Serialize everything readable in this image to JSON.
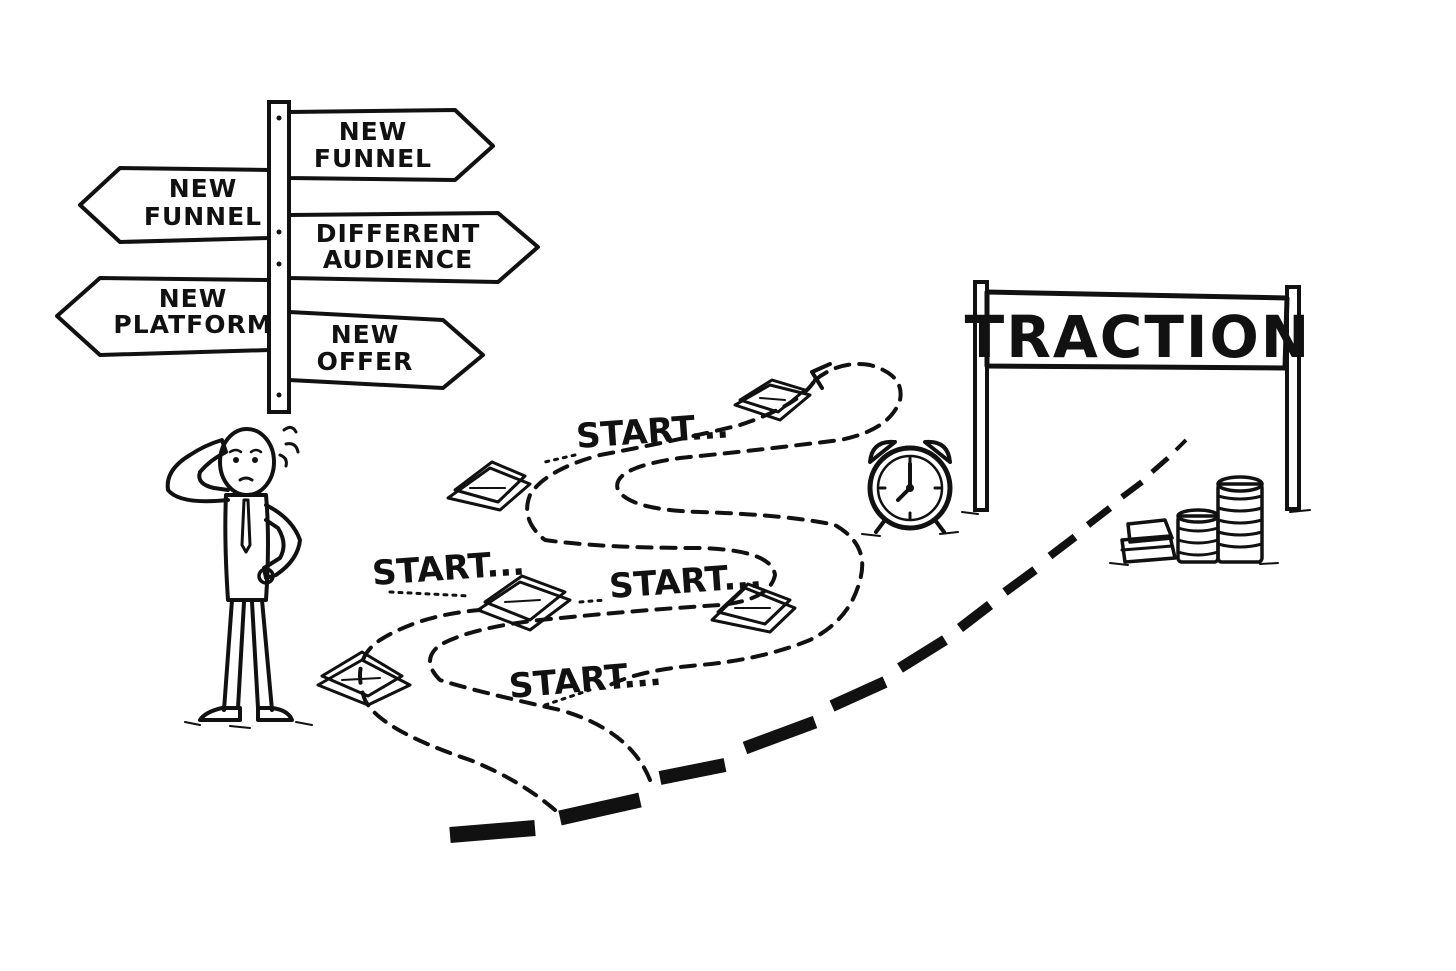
{
  "signpost": {
    "sign_1_line1": "NEW",
    "sign_1_line2": "FUNNEL",
    "sign_2_line1": "NEW",
    "sign_2_line2": "FUNNEL",
    "sign_3_line1": "DIFFERENT",
    "sign_3_line2": "AUDIENCE",
    "sign_4_line1": "NEW",
    "sign_4_line2": "PLATFORM",
    "sign_5_line1": "NEW",
    "sign_5_line2": "OFFER"
  },
  "paths": {
    "start_1": "START...",
    "start_2": "START...",
    "start_3": "START...",
    "start_4": "START..."
  },
  "finish": {
    "banner": "TRACTION"
  },
  "icons": {
    "person": "confused-person-icon",
    "clock": "alarm-clock-icon",
    "coins": "coin-stack-icon",
    "papers": "paper-stack-icon"
  },
  "colors": {
    "ink": "#111111",
    "background": "#ffffff"
  }
}
